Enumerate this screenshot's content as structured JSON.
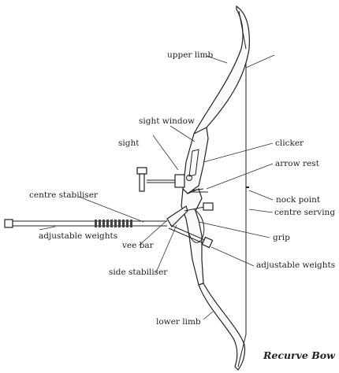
{
  "labels": {
    "upper_limb": "upper limb",
    "sight_window": "sight window",
    "sight": "sight",
    "clicker": "clicker",
    "arrow_rest": "arrow rest",
    "centre_stabiliser": "centre stabiliser",
    "nock_point": "nock point",
    "centre_serving": "centre serving",
    "adjustable_weights_left": "adjustable weights",
    "vee_bar": "vee bar",
    "grip": "grip",
    "adjustable_weights_right": "adjustable weights",
    "side_stabiliser": "side stabiliser",
    "lower_limb": "lower limb"
  },
  "caption": "Recurve Bow",
  "colors": {
    "ink": "#222222",
    "paper": "#ffffff"
  }
}
